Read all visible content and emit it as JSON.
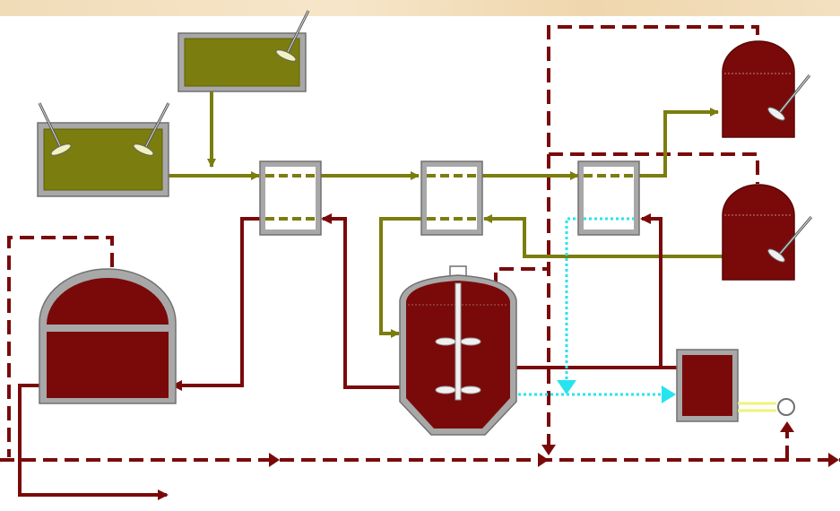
{
  "colors": {
    "olive": "#7b7d0e",
    "olive_dark": "#5e6008",
    "maroon": "#7a0a0a",
    "maroon_dark": "#5a0505",
    "cyan": "#26e4ee",
    "gray": "#a8a8a8",
    "gray_dark": "#707070",
    "white": "#ffffff",
    "yellow": "#f2f27a",
    "banner": "#f1dcb8"
  },
  "components": {
    "olive_tanks": 2,
    "maroon_storage_tanks": 3,
    "reactor_vessels": 1,
    "heat_exchangers": 3,
    "pumps": 1,
    "control_boxes": 1
  },
  "icons": [
    "agitator-icon",
    "arrow-head-icon",
    "pump-icon"
  ]
}
